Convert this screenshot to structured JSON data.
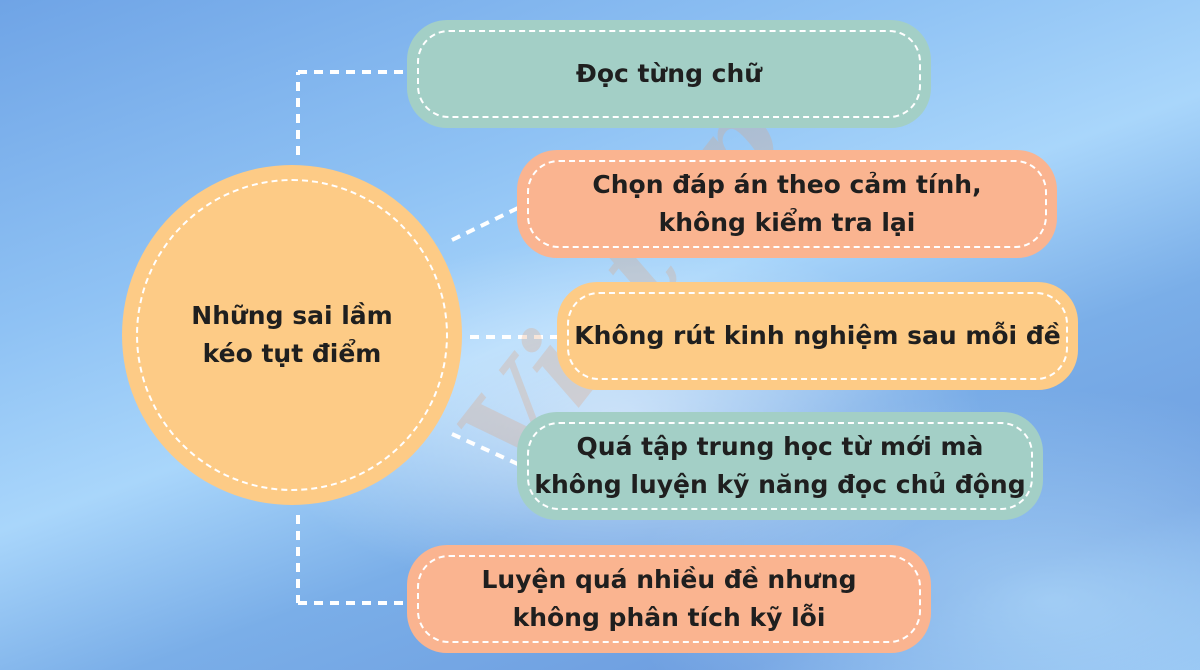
{
  "colors": {
    "hub_fill": "#fdcb86",
    "green_fill": "#a3cfc6",
    "orange_fill": "#fab490",
    "yellow_fill": "#fdcb86",
    "connector": "#ffffff",
    "text": "#1f1f1f"
  },
  "watermark": "Vietop",
  "hub": {
    "label": "Những sai lầm\nkéo tụt điểm"
  },
  "nodes": [
    {
      "label": "Đọc từng chữ",
      "color": "green"
    },
    {
      "label": "Chọn đáp án theo cảm tính,\nkhông kiểm tra lại",
      "color": "orange"
    },
    {
      "label": "Không rút kinh nghiệm sau mỗi đề",
      "color": "yellow"
    },
    {
      "label": "Quá tập trung học từ mới mà\nkhông luyện kỹ năng đọc chủ động",
      "color": "green"
    },
    {
      "label": "Luyện quá nhiều đề nhưng\nkhông phân tích kỹ lỗi",
      "color": "orange"
    }
  ]
}
